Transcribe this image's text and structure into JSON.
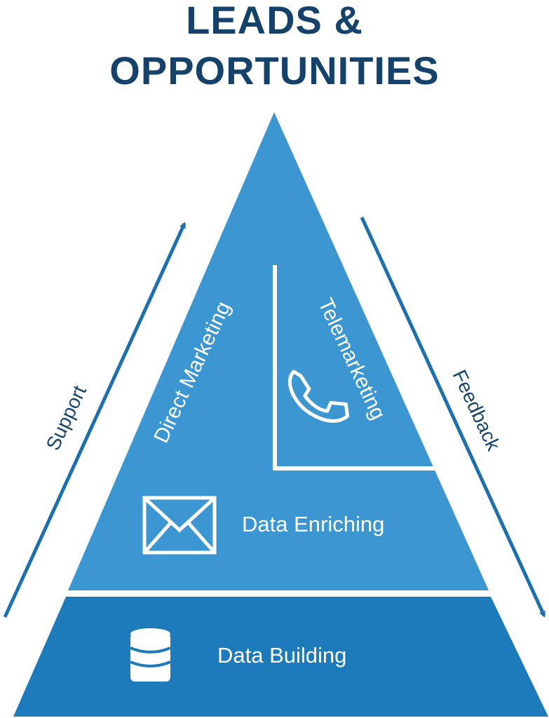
{
  "title": {
    "line1": "LEADS &",
    "line2": "OPPORTUNITIES"
  },
  "pyramid": {
    "direct_marketing": "Direct Marketing",
    "telemarketing": "Telemarketing",
    "data_enriching": "Data Enriching",
    "data_building": "Data Building"
  },
  "arrows": {
    "support": "Support",
    "feedback": "Feedback"
  },
  "icons": {
    "envelope": "envelope-icon",
    "phone": "phone-icon",
    "database": "database-icon"
  },
  "colors": {
    "title": "#15426b",
    "pyramid_top": "#3c96d1",
    "pyramid_base": "#1d7bbb",
    "arrow": "#1e6fae",
    "arrow_label": "#17456e",
    "icon": "#ffffff"
  }
}
